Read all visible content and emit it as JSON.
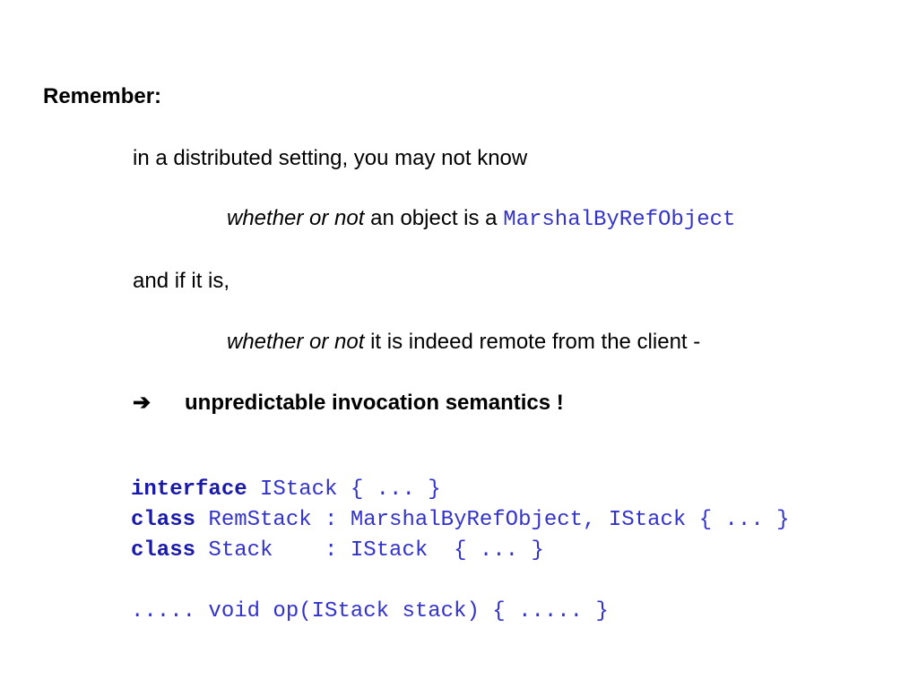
{
  "slide": {
    "heading": "Remember:",
    "line1": "in a distributed setting, you may not know",
    "line2": {
      "em": "whether or not",
      "text": " an object is a ",
      "code": "MarshalByRefObject"
    },
    "line3": "and if it is,",
    "line4": {
      "em": "whether or not",
      "text": " it is indeed remote from the client -"
    },
    "line5": {
      "arrow": "➔",
      "text": "unpredictable invocation semantics !"
    }
  },
  "code": {
    "line1": {
      "kw": "interface",
      "rest": " IStack { ... }"
    },
    "line2": {
      "kw": "class",
      "rest": " RemStack : MarshalByRefObject, IStack { ... }"
    },
    "line3": {
      "kw": "class",
      "rest": " Stack    : IStack  { ... }"
    },
    "line4": {
      "rest": "..... void op(IStack stack) { ..... }"
    }
  },
  "colors": {
    "code": "#3333cc",
    "keyword": "#1a1aaa",
    "text": "#000000"
  }
}
